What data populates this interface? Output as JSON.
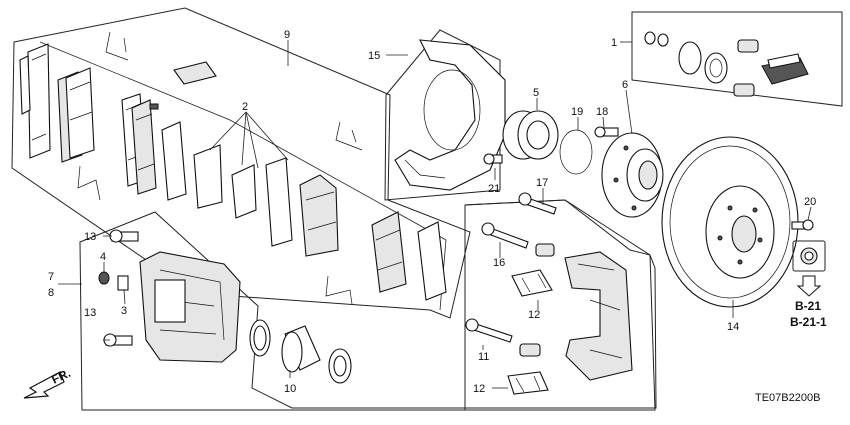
{
  "callouts": [
    {
      "id": "c1",
      "text": "1"
    },
    {
      "id": "c2",
      "text": "2"
    },
    {
      "id": "c3",
      "text": "3"
    },
    {
      "id": "c4",
      "text": "4"
    },
    {
      "id": "c5",
      "text": "5"
    },
    {
      "id": "c6",
      "text": "6"
    },
    {
      "id": "c7",
      "text": "7"
    },
    {
      "id": "c8",
      "text": "8"
    },
    {
      "id": "c9",
      "text": "9"
    },
    {
      "id": "c10",
      "text": "10"
    },
    {
      "id": "c11",
      "text": "11"
    },
    {
      "id": "c12a",
      "text": "12"
    },
    {
      "id": "c12b",
      "text": "12"
    },
    {
      "id": "c13a",
      "text": "13"
    },
    {
      "id": "c13b",
      "text": "13"
    },
    {
      "id": "c14",
      "text": "14"
    },
    {
      "id": "c15",
      "text": "15"
    },
    {
      "id": "c16",
      "text": "16"
    },
    {
      "id": "c17",
      "text": "17"
    },
    {
      "id": "c18",
      "text": "18"
    },
    {
      "id": "c19",
      "text": "19"
    },
    {
      "id": "c20",
      "text": "20"
    },
    {
      "id": "c21",
      "text": "21"
    }
  ],
  "references": {
    "ref1": "B-21",
    "ref2": "B-21-1"
  },
  "direction": {
    "label": "FR."
  },
  "diagram_code": "TE07B2200B"
}
